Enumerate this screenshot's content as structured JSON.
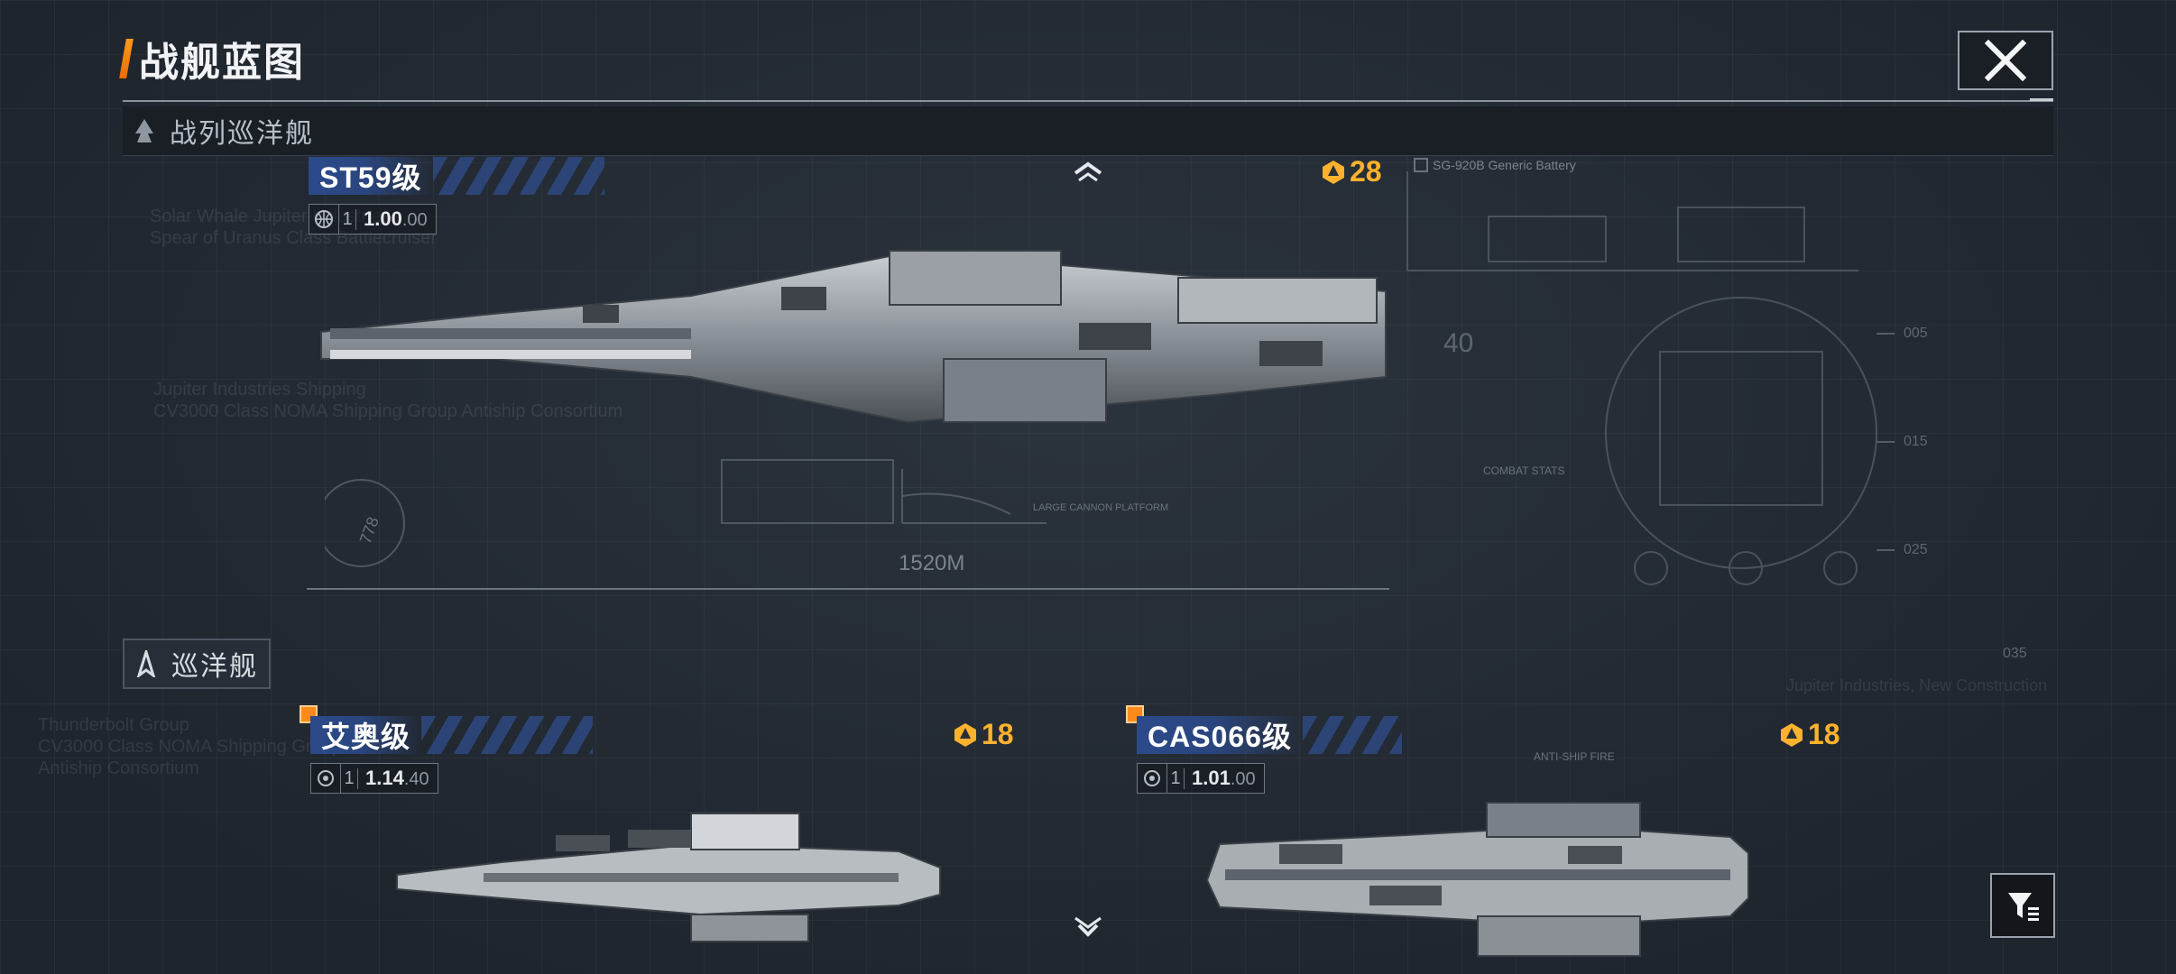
{
  "header": {
    "title": "战舰蓝图"
  },
  "categories": [
    {
      "label": "战列巡洋舰"
    },
    {
      "label": "巡洋舰"
    }
  ],
  "ships": [
    {
      "name": "ST59级",
      "level": "1",
      "value_main": "1.00",
      "value_dec": ".00",
      "cost": "28"
    },
    {
      "name": "艾奥级",
      "level": "1",
      "value_main": "1.14",
      "value_dec": ".40",
      "cost": "18"
    },
    {
      "name": "CAS066级",
      "level": "1",
      "value_main": "1.01",
      "value_dec": ".00",
      "cost": "18"
    }
  ],
  "background_text": {
    "battery": "SG-920B Generic Battery",
    "length": "1520M",
    "number_40": "40",
    "combat": "COMBAT STATS",
    "cannon": "LARGE CANNON PLATFORM",
    "antiship": "ANTI-SHIP FIRE",
    "ghost_left_1": "Solar Whale Jupiter Industries",
    "ghost_left_2": "Spear of Uranus Class Battlecruiser",
    "ghost_mid_1": "Jupiter Industries Shipping",
    "ghost_mid_2": "CV3000 Class NOMA Shipping Group Antiship Consortium",
    "ghost_low_1": "Thunderbolt Group",
    "ghost_low_2": "CV3000 Class NOMA Shipping Group",
    "ghost_low_3": "Antiship Consortium",
    "ghost_right": "Jupiter Industries, New Construction",
    "gauge_778": "778",
    "tick_005": "005",
    "tick_015": "015",
    "tick_025": "025",
    "tick_035": "035"
  },
  "colors": {
    "accent": "#ff9a1f",
    "cost": "#ffb22e",
    "name_bg": "#2c4a8a"
  }
}
